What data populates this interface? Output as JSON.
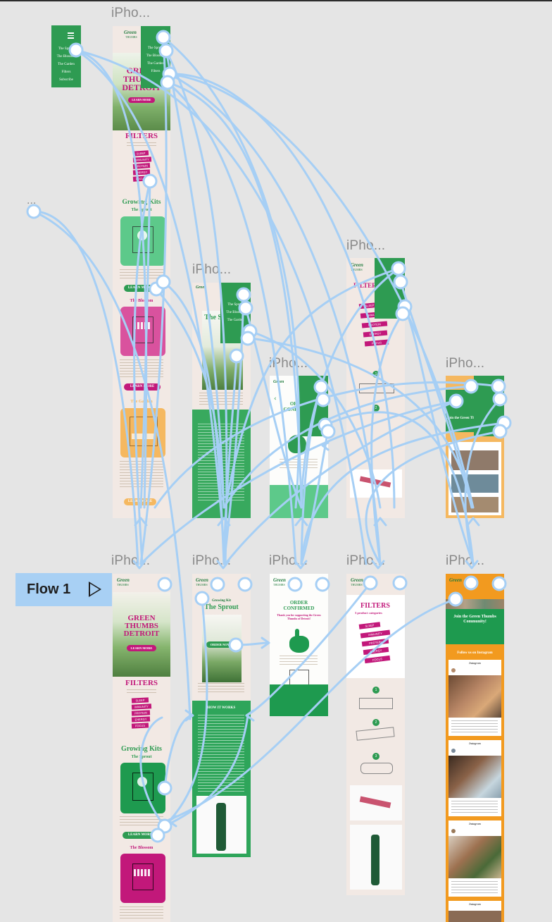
{
  "canvas": {
    "background": "#e5e5e5",
    "connector_color": "#a6cff5"
  },
  "frames": {
    "f1": {
      "label": "iPho..."
    },
    "f2": {
      "label": "iPho..."
    },
    "f3": {
      "label": "iPho..."
    },
    "f4": {
      "label": "iPho..."
    },
    "f5": {
      "label": "iPho..."
    },
    "b1": {
      "label": "iPho..."
    },
    "b2": {
      "label": "iPho..."
    },
    "b3": {
      "label": "iPho..."
    },
    "b4": {
      "label": "iPho..."
    },
    "b5": {
      "label": "iPho..."
    }
  },
  "nav_menu": {
    "items": [
      "The Sprout",
      "The Blossom",
      "The Garden",
      "Filters",
      "Subscribe"
    ],
    "icon": "hamburger-icon"
  },
  "ellipsis_label": "...",
  "flow": {
    "label": "Flow 1",
    "icon": "play-icon"
  },
  "home": {
    "brand_top": "Green",
    "brand_bottom": "THUMBS",
    "hero_title": [
      "GREEN",
      "THUMBS",
      "DETROIT"
    ],
    "hero_button": "LEARN MORE",
    "filters_title": "FILTERS",
    "filter_tags": [
      "SLEEP",
      "IMMUNITY",
      "PROTEIN",
      "ENERGY",
      "FOCUS"
    ],
    "kits_title": "Growing Kits",
    "kit_sprout": "The Sprout",
    "kit_blossom": "The Blossom",
    "kit_garden": "The Garden",
    "kit_button": "LEARN MORE"
  },
  "sprout_page": {
    "kicker": "Growing Kit",
    "title": "The Sprout",
    "order_button": "ORDER NOW",
    "how_title": "HOW IT WORKS"
  },
  "order_page": {
    "title_1": "ORDER",
    "title_2": "CONFIRMED",
    "subtitle": "Thank you for supporting the Green Thumbs of Detroit!"
  },
  "filters_page": {
    "title": "FILTERS",
    "subtitle": "3 product categories",
    "steps": [
      "1",
      "2",
      "3"
    ]
  },
  "community_page": {
    "title": "Join the Green Thumbs Community!",
    "follow": "Follow us on Instagram",
    "app_name": "Instagram"
  },
  "colors": {
    "green": "#2e9b52",
    "dark_green": "#1f7a3c",
    "mint": "#5dc98a",
    "magenta": "#c2187a",
    "pink": "#d9529e",
    "orange": "#f5b860",
    "deep_orange": "#f29a1f",
    "cream": "#f2e9e4"
  }
}
